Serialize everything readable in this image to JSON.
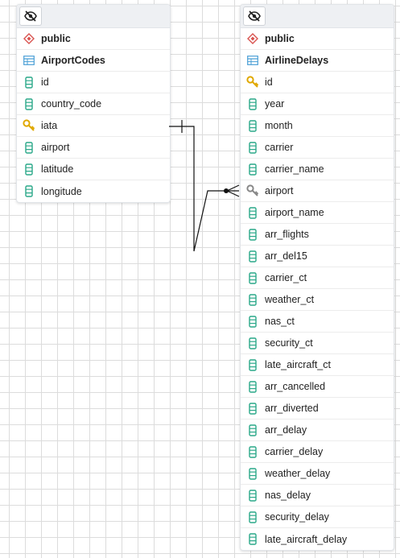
{
  "colors": {
    "schema_icon": "#d9534f",
    "table_icon": "#4a9fd6",
    "column_icon": "#2aa889",
    "key_icon": "#e0a800",
    "fk_icon": "#888888",
    "line": "#111111"
  },
  "tables": {
    "airport_codes": {
      "schema": "public",
      "name": "AirportCodes",
      "columns": [
        {
          "name": "id",
          "icon": "column-icon"
        },
        {
          "name": "country_code",
          "icon": "column-icon"
        },
        {
          "name": "iata",
          "icon": "primary-key-icon"
        },
        {
          "name": "airport",
          "icon": "column-icon"
        },
        {
          "name": "latitude",
          "icon": "column-icon"
        },
        {
          "name": "longitude",
          "icon": "column-icon"
        }
      ]
    },
    "airline_delays": {
      "schema": "public",
      "name": "AirlineDelays",
      "columns": [
        {
          "name": "id",
          "icon": "primary-key-icon"
        },
        {
          "name": "year",
          "icon": "column-icon"
        },
        {
          "name": "month",
          "icon": "column-icon"
        },
        {
          "name": "carrier",
          "icon": "column-icon"
        },
        {
          "name": "carrier_name",
          "icon": "column-icon"
        },
        {
          "name": "airport",
          "icon": "foreign-key-icon"
        },
        {
          "name": "airport_name",
          "icon": "column-icon"
        },
        {
          "name": "arr_flights",
          "icon": "column-icon"
        },
        {
          "name": "arr_del15",
          "icon": "column-icon"
        },
        {
          "name": "carrier_ct",
          "icon": "column-icon"
        },
        {
          "name": "weather_ct",
          "icon": "column-icon"
        },
        {
          "name": "nas_ct",
          "icon": "column-icon"
        },
        {
          "name": "security_ct",
          "icon": "column-icon"
        },
        {
          "name": "late_aircraft_ct",
          "icon": "column-icon"
        },
        {
          "name": "arr_cancelled",
          "icon": "column-icon"
        },
        {
          "name": "arr_diverted",
          "icon": "column-icon"
        },
        {
          "name": "arr_delay",
          "icon": "column-icon"
        },
        {
          "name": "carrier_delay",
          "icon": "column-icon"
        },
        {
          "name": "weather_delay",
          "icon": "column-icon"
        },
        {
          "name": "nas_delay",
          "icon": "column-icon"
        },
        {
          "name": "security_delay",
          "icon": "column-icon"
        },
        {
          "name": "late_aircraft_delay",
          "icon": "column-icon"
        }
      ]
    }
  }
}
